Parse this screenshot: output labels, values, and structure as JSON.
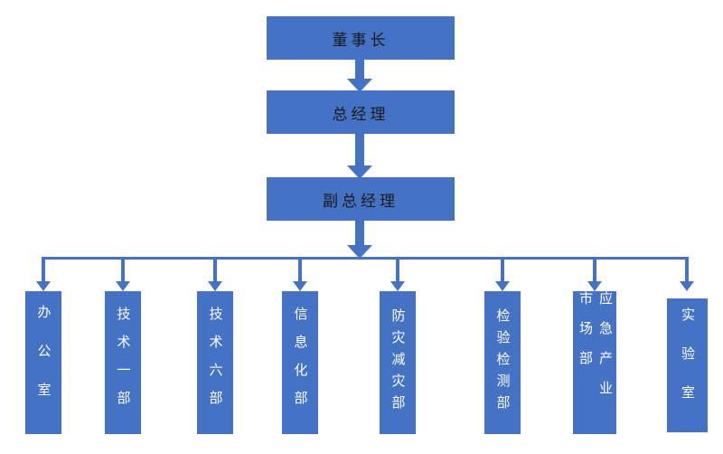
{
  "org_chart": {
    "type": "org-chart",
    "top_nodes": {
      "chairman": "董事长",
      "general_manager": "总经理",
      "deputy_general_manager": "副总经理"
    },
    "departments": [
      "办公室",
      "技术一部",
      "技术六部",
      "信息化部",
      "防灾减灾部",
      "检验检测部",
      "应急产业市场部",
      "实验室"
    ]
  },
  "colors": {
    "box_fill": "#4472C4",
    "top_box_text": "#1A1A1A",
    "department_text": "#FFFFFF",
    "connector": "#4472C4",
    "background": "#FFFFFF"
  }
}
